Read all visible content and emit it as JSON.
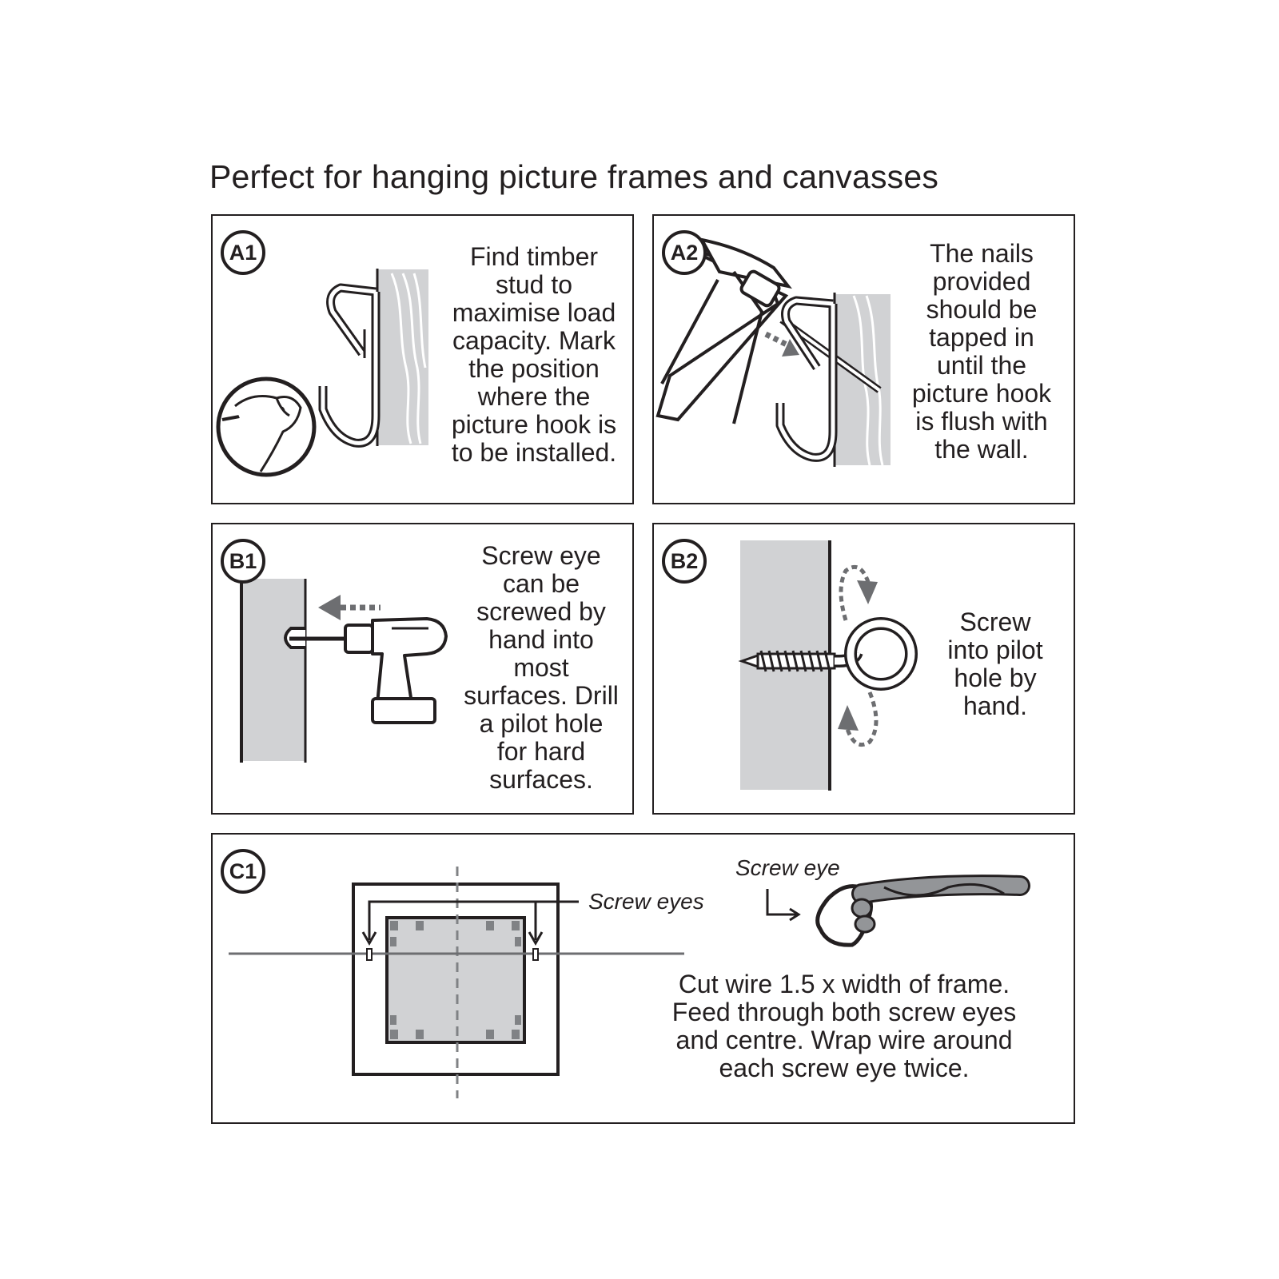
{
  "page": {
    "title": "Perfect for hanging picture frames and canvasses"
  },
  "steps": {
    "a1": {
      "badge": "A1",
      "lines": [
        "Find timber",
        "stud to",
        "maximise load",
        "capacity. Mark",
        "the position",
        "where the",
        "picture hook is",
        "to be installed."
      ]
    },
    "a2": {
      "badge": "A2",
      "lines": [
        "The nails",
        "provided",
        "should be",
        "tapped in",
        "until the",
        "picture hook",
        "is flush with",
        "the wall."
      ]
    },
    "b1": {
      "badge": "B1",
      "lines": [
        "Screw eye",
        "can be",
        "screwed by",
        "hand into",
        "most",
        "surfaces. Drill",
        "a pilot hole",
        "for hard",
        "surfaces."
      ]
    },
    "b2": {
      "badge": "B2",
      "lines": [
        "Screw",
        "into pilot",
        "hole by",
        "hand."
      ]
    },
    "c1": {
      "badge": "C1",
      "screw_eyes_label": "Screw eyes",
      "screw_eye_label": "Screw eye",
      "lines": [
        "Cut wire 1.5 x width of frame.",
        "Feed through both screw eyes",
        "and centre. Wrap wire around",
        "each screw eye twice."
      ]
    }
  },
  "colors": {
    "ink": "#231f20",
    "wall_grey": "#d1d2d4",
    "arrow_grey": "#6d6e71"
  }
}
